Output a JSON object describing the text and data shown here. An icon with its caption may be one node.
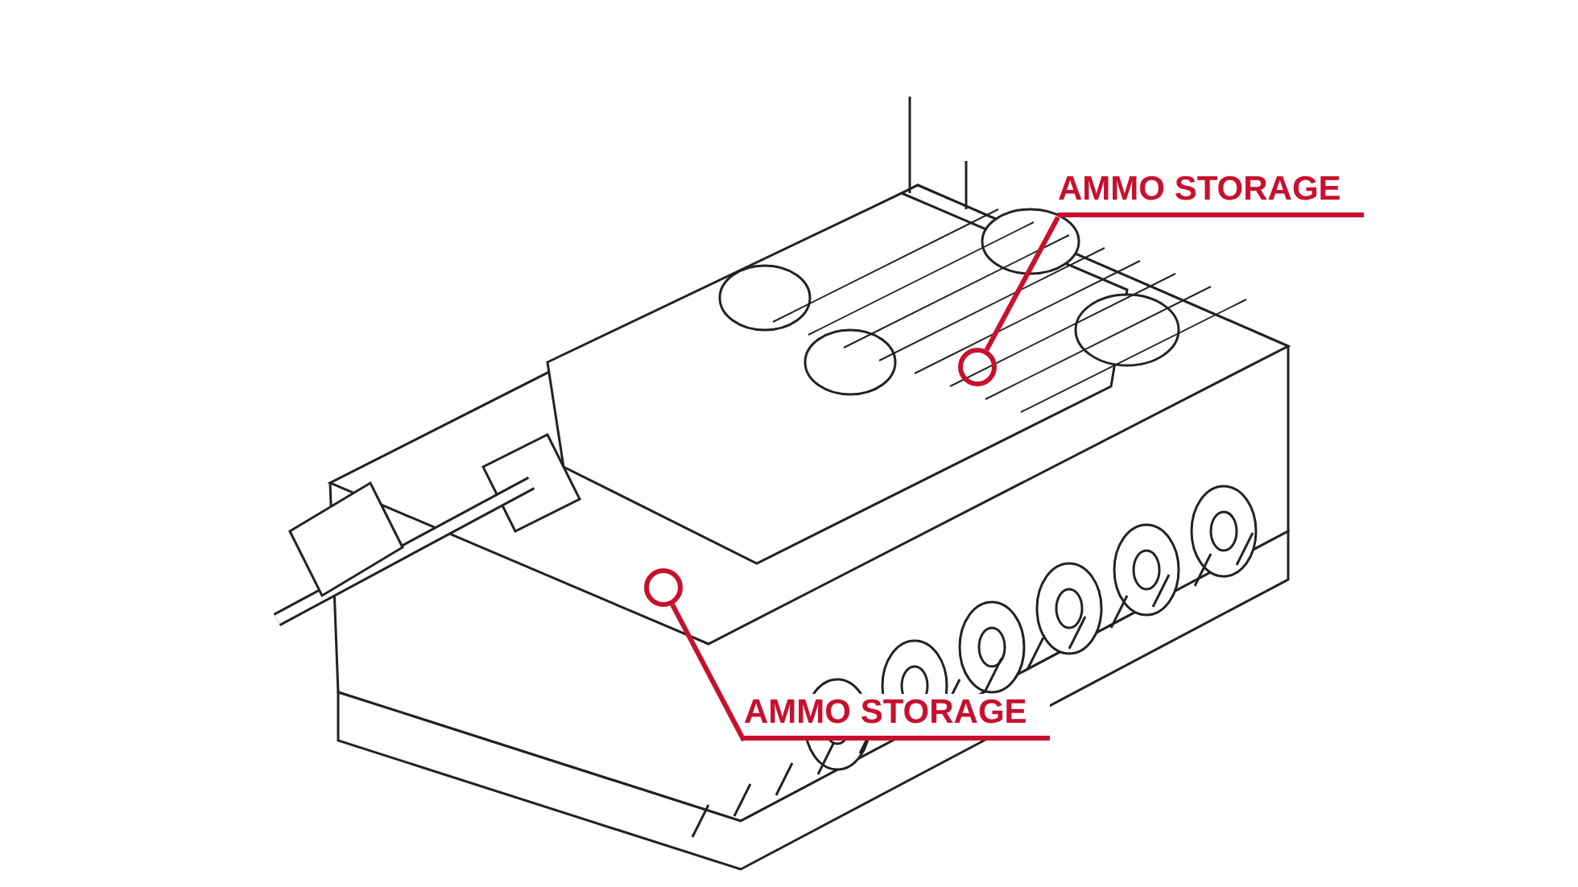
{
  "diagram": {
    "nodes": [
      {
        "text": [
          "AMMO STORAGE"
        ]
      },
      {
        "text": [],
        "shape": "circle"
      },
      {
        "text": [],
        "shape": "circle"
      },
      {
        "text": [
          "AMMO STORAGE"
        ]
      }
    ],
    "edges": [
      {
        "from": 0,
        "to": 1,
        "arrow": "none"
      },
      {
        "from": 3,
        "to": 2,
        "arrow": "none"
      }
    ]
  }
}
